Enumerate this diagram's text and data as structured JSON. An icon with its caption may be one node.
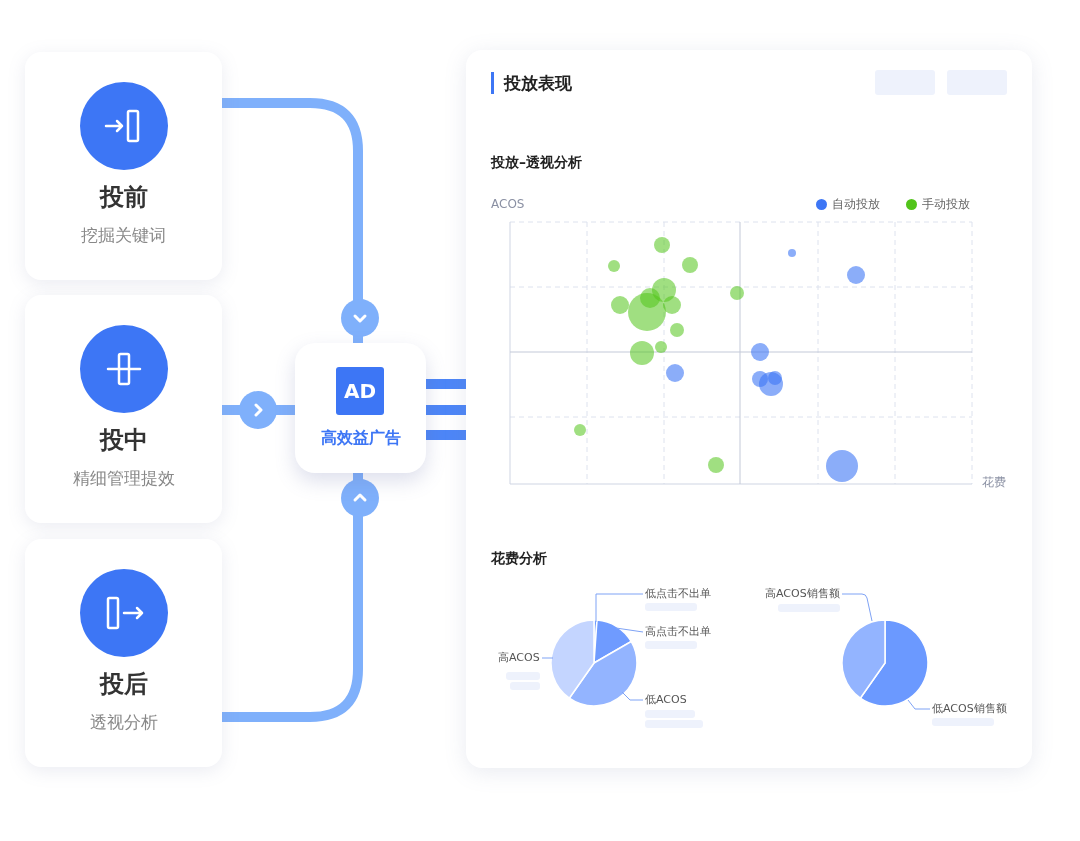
{
  "diagram": {
    "nodes": [
      {
        "text": [
          "投前",
          "挖掘关键词"
        ]
      },
      {
        "text": [
          "投中",
          "精细管理提效"
        ]
      },
      {
        "text": [
          "投后",
          "透视分析"
        ]
      },
      {
        "text": [
          "AD",
          "高效益广告"
        ]
      },
      {
        "text": [
          "投放表现"
        ]
      },
      {
        "text": [
          "低点击不出单"
        ],
        "in": 4
      },
      {
        "text": [
          "高点击不出单"
        ],
        "in": 4
      },
      {
        "text": [
          "高ACOS"
        ],
        "in": 4
      },
      {
        "text": [
          "低ACOS"
        ],
        "in": 4
      },
      {
        "text": [
          "高ACOS销售额"
        ],
        "in": 4
      },
      {
        "text": [
          "低ACOS销售额"
        ],
        "in": 4
      }
    ],
    "edges": [
      {
        "from": 0,
        "to": 3,
        "arrow": "to",
        "style": "thick"
      },
      {
        "from": 1,
        "to": 3,
        "arrow": "to",
        "style": "thick"
      },
      {
        "from": 2,
        "to": 3,
        "arrow": "to",
        "style": "thick"
      },
      {
        "from": 3,
        "to": 4,
        "arrow": "none",
        "style": "thick"
      },
      {
        "from": 5,
        "to": null,
        "arrow": "none"
      },
      {
        "from": 6,
        "to": null,
        "arrow": "none"
      },
      {
        "from": 7,
        "to": null,
        "arrow": "none"
      },
      {
        "from": 8,
        "to": null,
        "arrow": "none"
      },
      {
        "from": 9,
        "to": null,
        "arrow": "none"
      },
      {
        "from": 10,
        "to": null,
        "arrow": "none"
      }
    ],
    "labels": [
      "投放–透视分析",
      "ACOS",
      "花费",
      "花费分析"
    ],
    "legend": [
      {
        "text": "自动投放",
        "color": "#3d76f5"
      },
      {
        "text": "手动投放",
        "color": "#52c41a"
      }
    ]
  }
}
